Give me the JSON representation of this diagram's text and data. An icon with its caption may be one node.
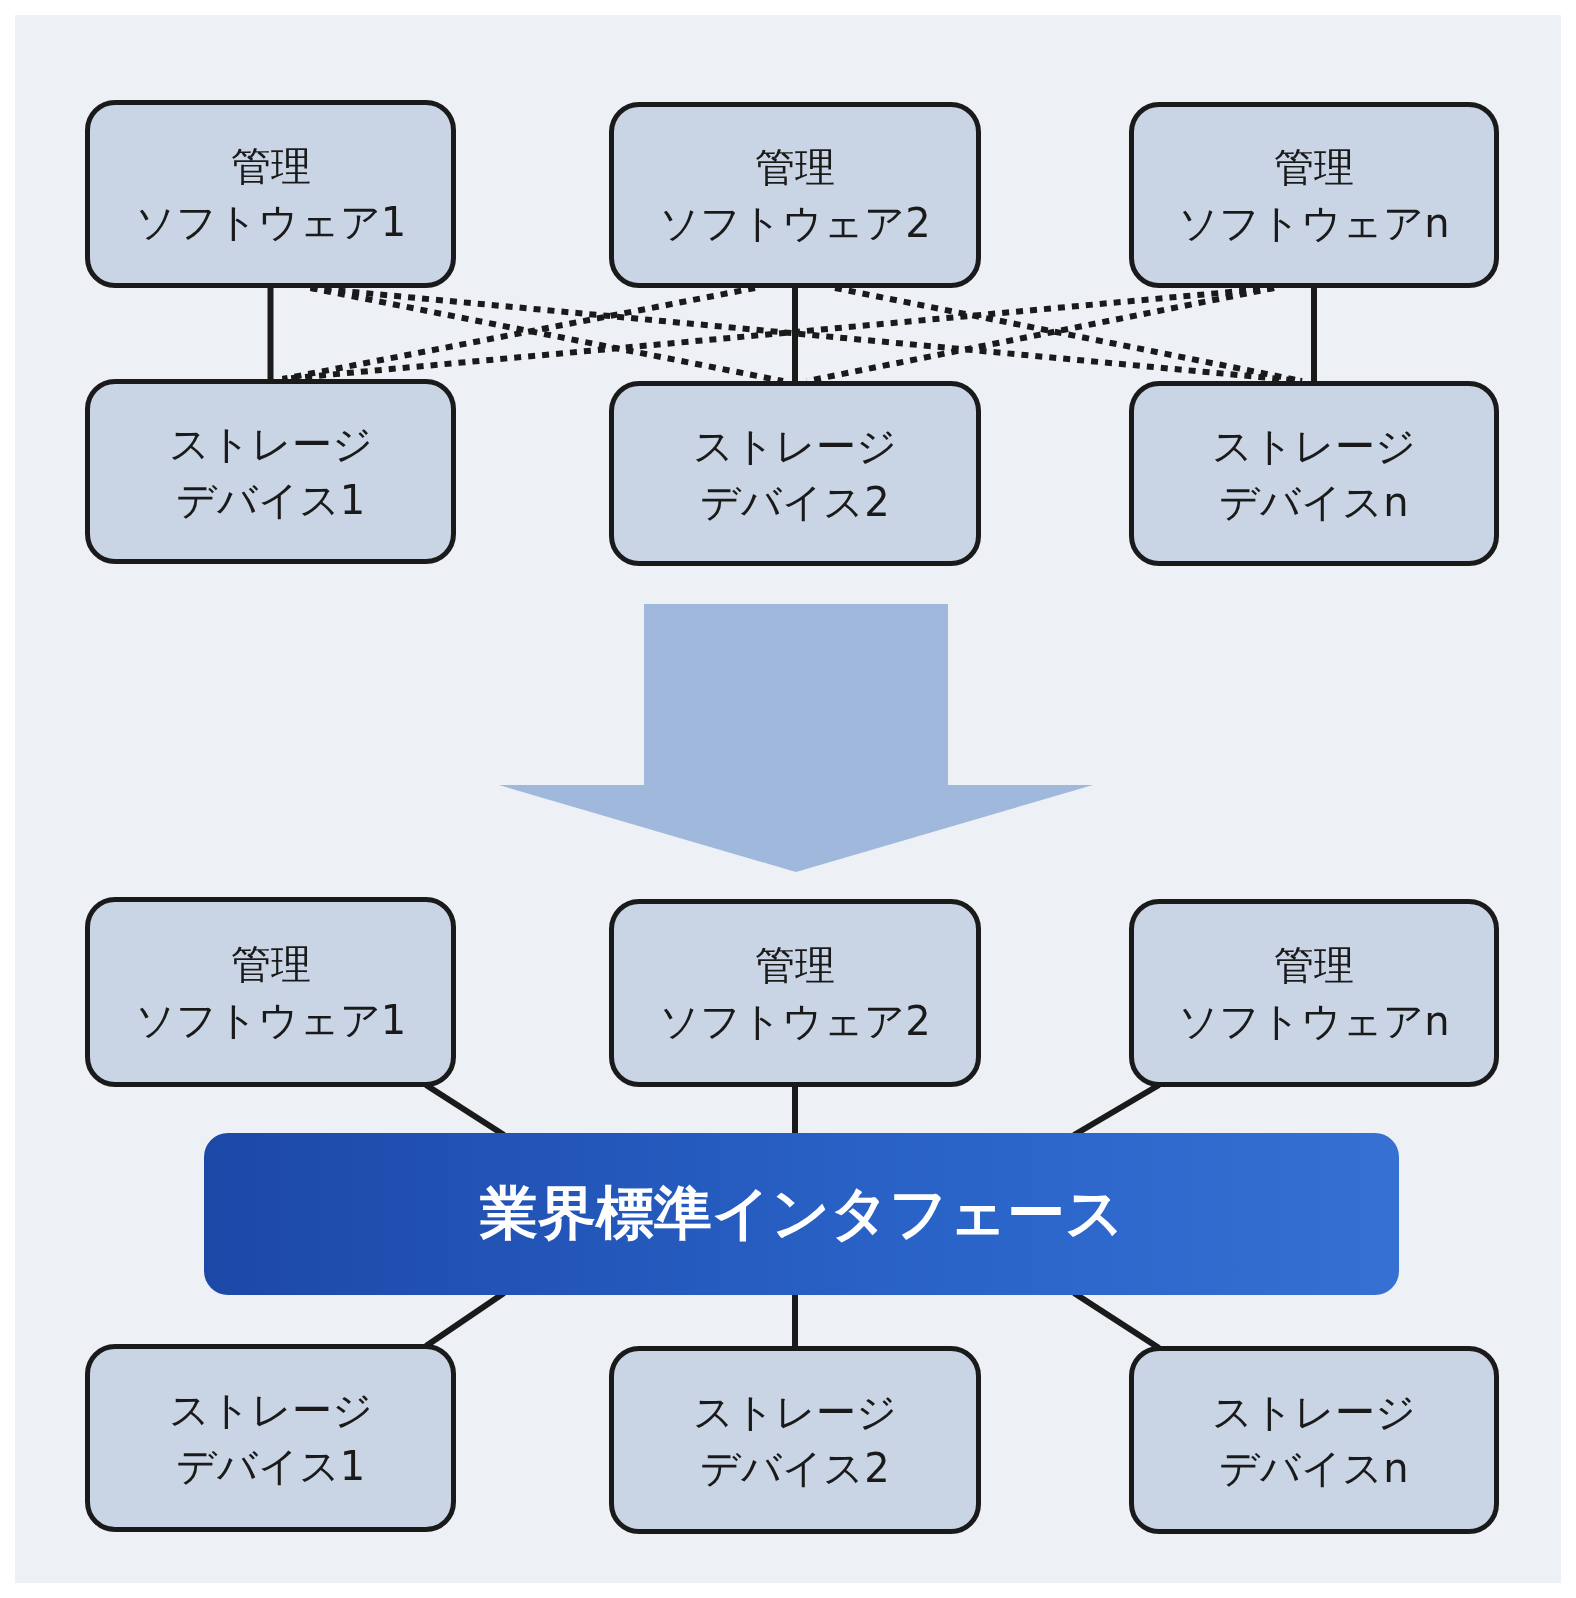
{
  "diagram": {
    "nodes": [
      {
        "text": [
          "管理",
          "ソフトウェア1"
        ]
      },
      {
        "text": [
          "管理",
          "ソフトウェア2"
        ]
      },
      {
        "text": [
          "管理",
          "ソフトウェアn"
        ]
      },
      {
        "text": [
          "ストレージ",
          "デバイス1"
        ]
      },
      {
        "text": [
          "ストレージ",
          "デバイス2"
        ]
      },
      {
        "text": [
          "ストレージ",
          "デバイスn"
        ]
      },
      {
        "text": [
          "管理",
          "ソフトウェア1"
        ]
      },
      {
        "text": [
          "管理",
          "ソフトウェア2"
        ]
      },
      {
        "text": [
          "管理",
          "ソフトウェアn"
        ]
      },
      {
        "text": [
          "業界標準インタフェース"
        ]
      },
      {
        "text": [
          "ストレージ",
          "デバイス1"
        ]
      },
      {
        "text": [
          "ストレージ",
          "デバイス2"
        ]
      },
      {
        "text": [
          "ストレージ",
          "デバイスn"
        ]
      }
    ],
    "edges": [
      {
        "from": 0,
        "to": 3,
        "arrow": "none"
      },
      {
        "from": 1,
        "to": 4,
        "arrow": "none"
      },
      {
        "from": 2,
        "to": 5,
        "arrow": "none"
      },
      {
        "from": 0,
        "to": 4,
        "arrow": "none",
        "style": "dashed"
      },
      {
        "from": 0,
        "to": 5,
        "arrow": "none",
        "style": "dashed"
      },
      {
        "from": 1,
        "to": 3,
        "arrow": "none",
        "style": "dashed"
      },
      {
        "from": 1,
        "to": 5,
        "arrow": "none",
        "style": "dashed"
      },
      {
        "from": 2,
        "to": 3,
        "arrow": "none",
        "style": "dashed"
      },
      {
        "from": 2,
        "to": 4,
        "arrow": "none",
        "style": "dashed"
      },
      {
        "from": 6,
        "to": 9,
        "arrow": "none"
      },
      {
        "from": 7,
        "to": 9,
        "arrow": "none"
      },
      {
        "from": 8,
        "to": 9,
        "arrow": "none"
      },
      {
        "from": 9,
        "to": 10,
        "arrow": "none"
      },
      {
        "from": 9,
        "to": 11,
        "arrow": "none"
      },
      {
        "from": 9,
        "to": 12,
        "arrow": "none"
      },
      {
        "from": 4,
        "to": 7,
        "arrow": "to",
        "style": "thick",
        "color": "#9fb8dc"
      }
    ]
  }
}
